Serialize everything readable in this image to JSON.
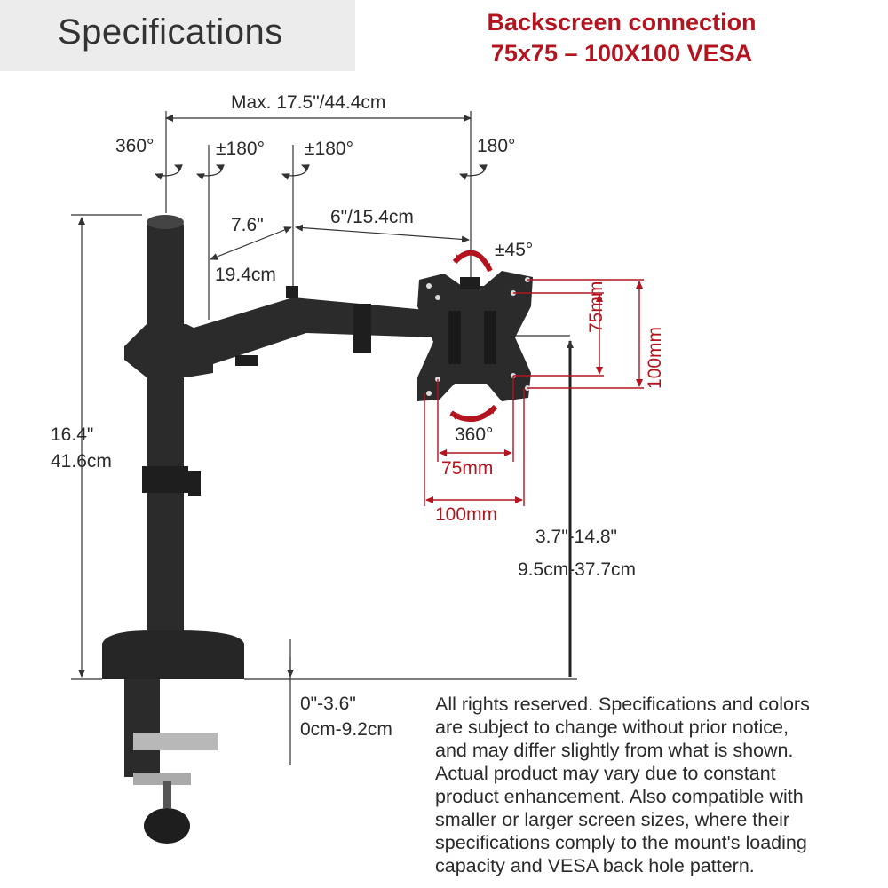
{
  "header": {
    "title": "Specifications"
  },
  "connection": {
    "line1": "Backscreen connection",
    "line2": "75x75 – 100X100 VESA"
  },
  "dimensions": {
    "max_reach": "Max. 17.5\"/44.4cm",
    "rot_pole": "360°",
    "rot_joint1": "±180°",
    "rot_joint2": "±180°",
    "rot_head": "180°",
    "arm1_in": "7.6\"",
    "arm1_cm": "19.4cm",
    "arm2": "6\"/15.4cm",
    "tilt": "±45°",
    "rotate": "360°",
    "vesa_small_h": "75mm",
    "vesa_large_h": "100mm",
    "vesa_small_w": "75mm",
    "vesa_large_w": "100mm",
    "pole_height_in": "16.4\"",
    "pole_height_cm": "41.6cm",
    "height_range_in": "3.7\"-14.8\"",
    "height_range_cm": "9.5cm-37.7cm",
    "clamp_in": "0\"-3.6\"",
    "clamp_cm": "0cm-9.2cm"
  },
  "note": {
    "lines": [
      "All rights reserved. Specifications and colors",
      "are subject to change without prior notice,",
      "and may differ slightly from what is shown.",
      "Actual product may vary due to constant",
      "product enhancement. Also compatible with",
      "smaller or larger screen sizes, where their",
      "specifications comply to the mount's loading",
      "capacity and VESA back hole pattern."
    ]
  },
  "colors": {
    "accent": "#b3141f",
    "product": "#2b2b2b",
    "header_bg": "#ececec"
  }
}
